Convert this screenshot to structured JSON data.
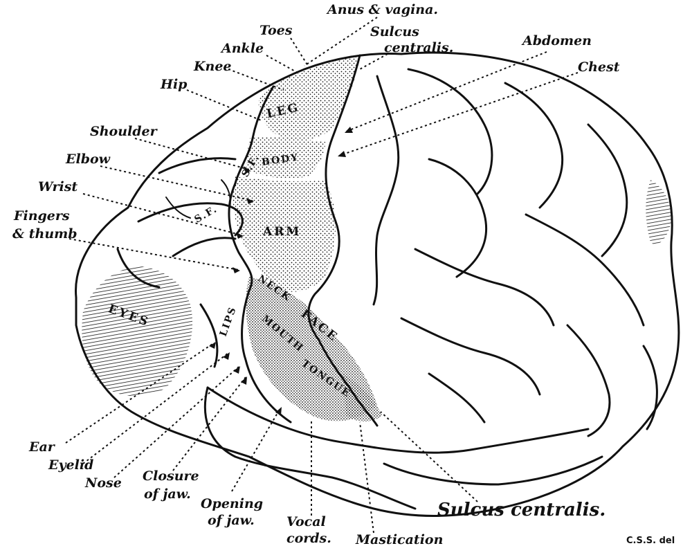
{
  "labels": {
    "anus_vagina": "Anus & vagina.",
    "toes": "Toes",
    "ankle": "Ankle",
    "knee": "Knee",
    "hip": "Hip",
    "shoulder": "Shoulder",
    "elbow": "Elbow",
    "wrist": "Wrist",
    "fingers": "Fingers",
    "thumb": "& thumb",
    "sulcus_top_1": "Sulcus",
    "sulcus_top_2": "centralis.",
    "abdomen": "Abdomen",
    "chest": "Chest",
    "ear": "Ear",
    "eyelid": "Eyelid",
    "nose": "Nose",
    "closure_1": "Closure",
    "closure_2": "of jaw.",
    "opening_1": "Opening",
    "opening_2": "of jaw.",
    "vocal_1": "Vocal",
    "vocal_2": "cords.",
    "mastication": "Mastication",
    "sulcus_bottom": "Sulcus centralis.",
    "credit": "C.S.S. del"
  },
  "regions": {
    "leg": "LEG",
    "body": "BODY",
    "arm": "ARM",
    "neck": "NECK",
    "face": "FACE",
    "mouth": "MOUTH",
    "tongue": "TONGUE",
    "eyes": "EYES",
    "lips": "LIPS",
    "sf_upper": "S.F.",
    "sf_lower": "S.F."
  },
  "colors": {
    "ink": "#111111",
    "paper": "#ffffff"
  }
}
